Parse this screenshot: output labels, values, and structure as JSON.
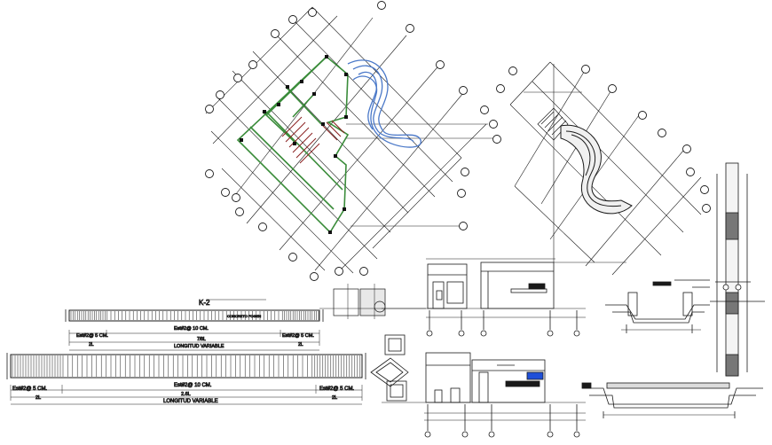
{
  "beams": {
    "short": {
      "title": "K-2",
      "center_tag": "CONCRETO FOGEN",
      "left_stirrup": "Est#2@ 5 CM.",
      "center_stirrup": "Est#2@ 10 CM.",
      "right_stirrup": "Est#2@ 5 CM.",
      "left_dim": "2L",
      "right_dim": "2L",
      "center_dim": "7/8L",
      "length_label": "LONGITUD VARIABLE"
    },
    "long": {
      "left_stirrup": "Est#2@ 5 CM.",
      "center_stirrup": "Est#2@ 10 CM.",
      "right_stirrup": "Est#2@ 5 CM.",
      "left_dim": "2L",
      "right_dim": "2L",
      "center_dim": "2.6L",
      "length_label": "LONGITUD VARIABLE"
    }
  },
  "colors": {
    "line": "#1a1a1a",
    "structure_green": "#3a8c3a",
    "pool_blue": "#4a78c8",
    "steps_red": "#8a2020",
    "window_blue": "#1f4fd8"
  }
}
